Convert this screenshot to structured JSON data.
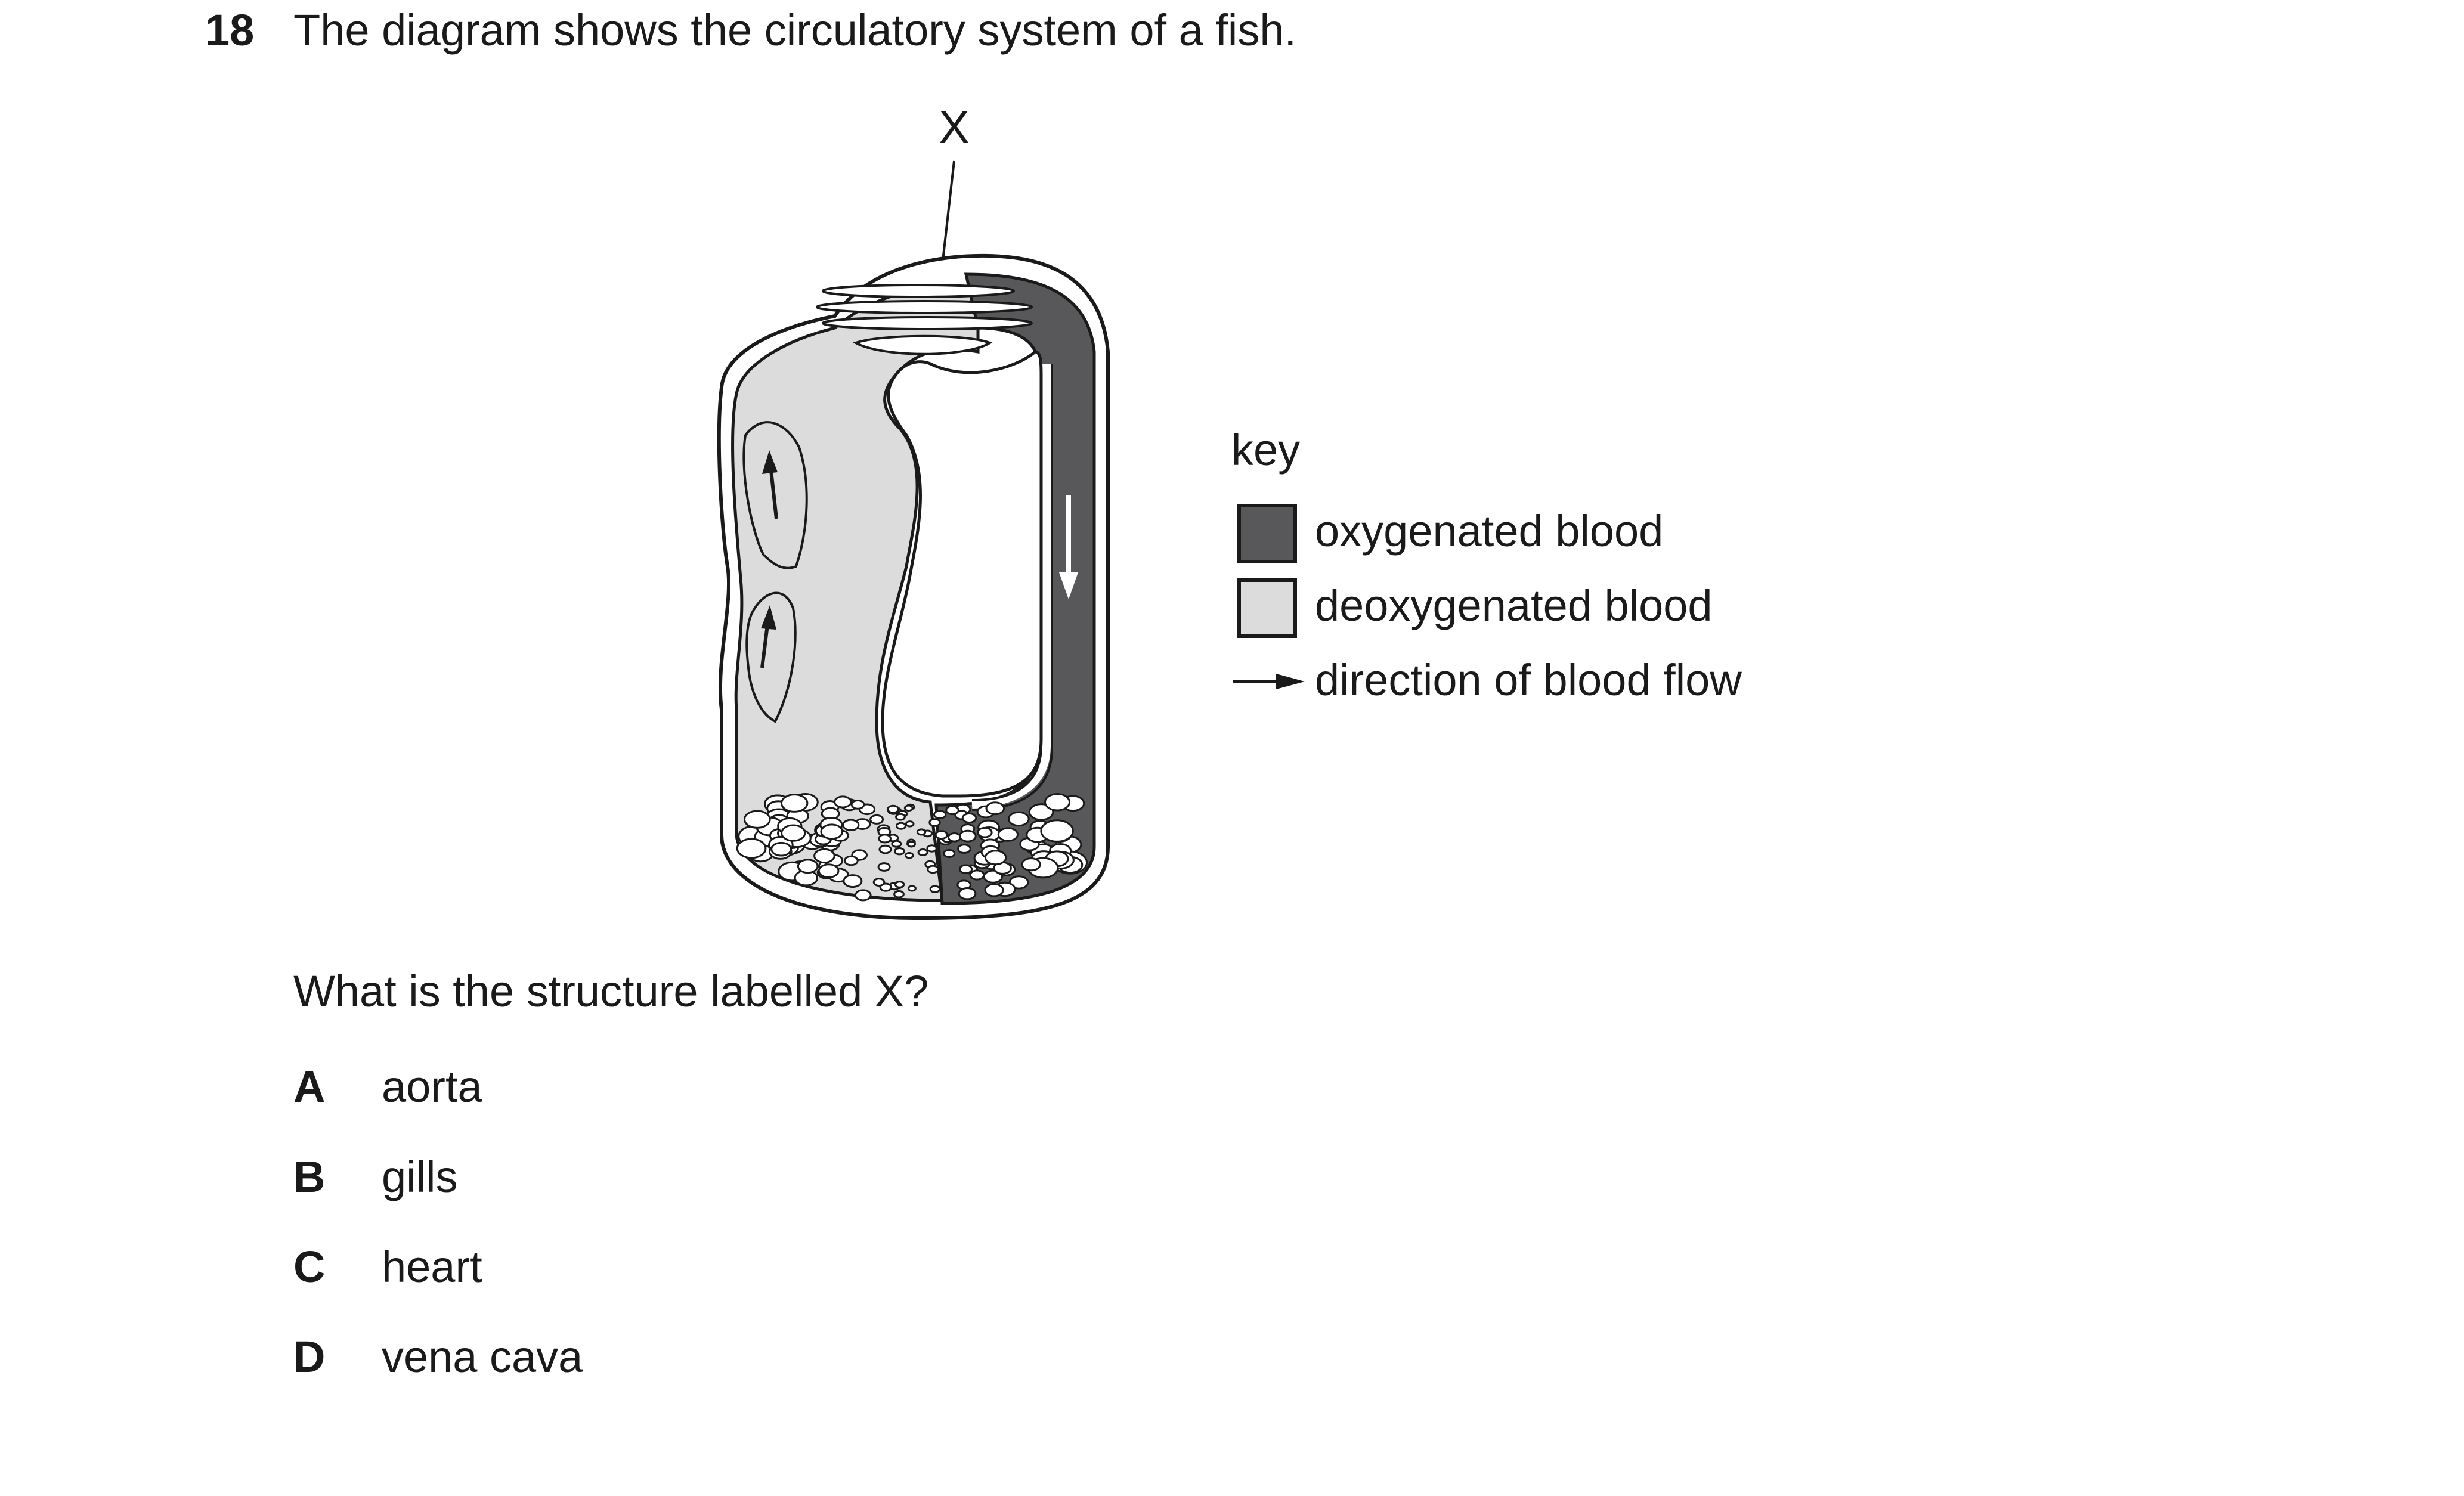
{
  "question": {
    "number": "18",
    "text": "The diagram shows the circulatory system of a fish.",
    "prompt": "What is the structure labelled X?"
  },
  "diagram": {
    "label_x": "X",
    "colors": {
      "oxygenated": "#58585a",
      "deoxygenated": "#dcdcdc",
      "outline": "#1a1a1a"
    }
  },
  "key": {
    "title": "key",
    "items": [
      {
        "label": "oxygenated blood"
      },
      {
        "label": "deoxygenated blood"
      },
      {
        "label": "direction of blood flow"
      }
    ]
  },
  "options": [
    {
      "letter": "A",
      "text": "aorta"
    },
    {
      "letter": "B",
      "text": "gills"
    },
    {
      "letter": "C",
      "text": "heart"
    },
    {
      "letter": "D",
      "text": "vena cava"
    }
  ]
}
